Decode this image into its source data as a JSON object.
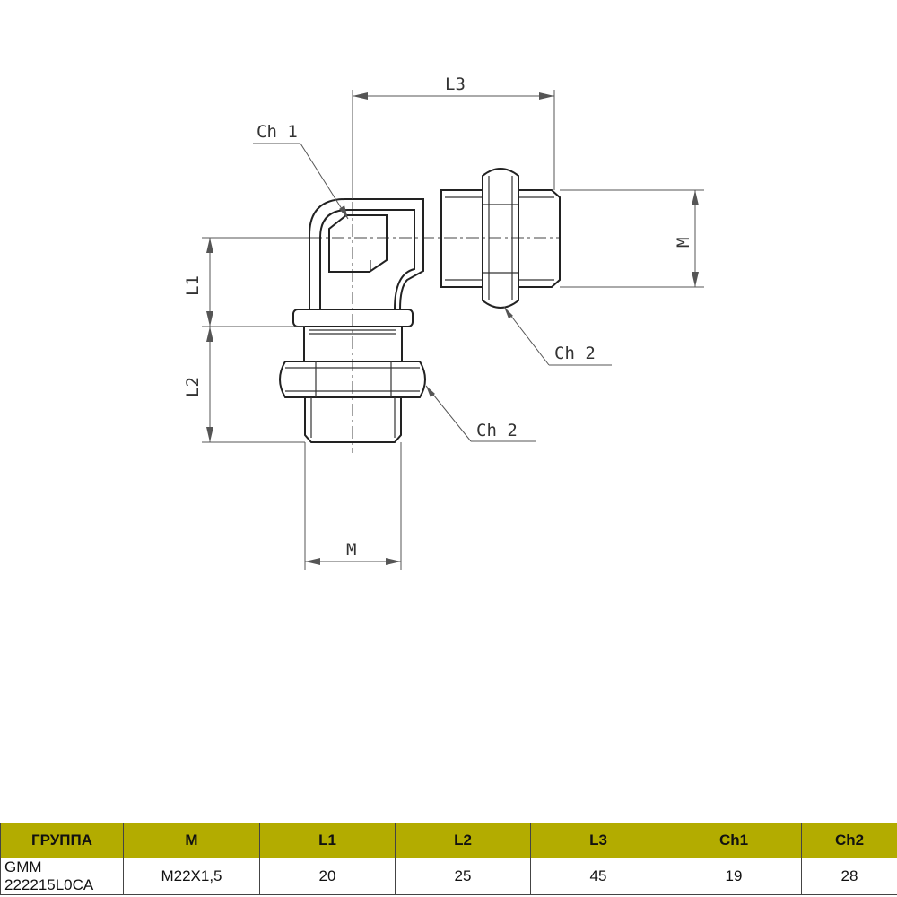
{
  "drawing": {
    "labels": {
      "l3": "L3",
      "ch1": "Ch 1",
      "ch2_top": "Ch 2",
      "ch2_bottom": "Ch 2",
      "l1": "L1",
      "l2": "L2",
      "m_right": "M",
      "m_bottom": "M"
    }
  },
  "table": {
    "headers": [
      "ГРУППА",
      "M",
      "L1",
      "L2",
      "L3",
      "Ch1",
      "Ch2"
    ],
    "row": [
      "GMM 222215L0CA",
      "M22X1,5",
      "20",
      "25",
      "45",
      "19",
      "28"
    ],
    "header_color": "#b3ac00"
  }
}
